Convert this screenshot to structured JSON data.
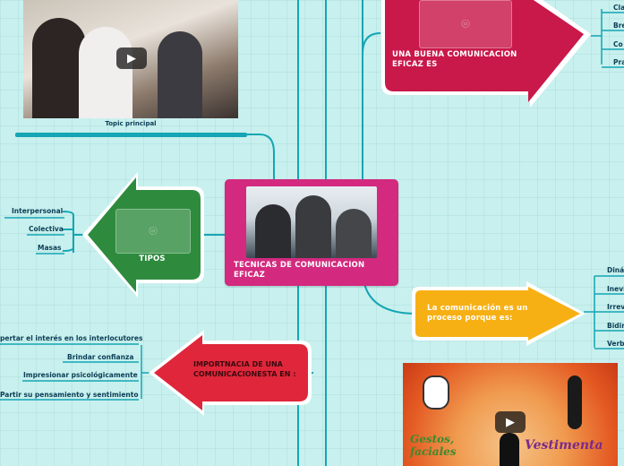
{
  "central": {
    "title": "TECNICAS DE COMUNICACION EFICAZ"
  },
  "topic": {
    "caption": "Topic principal"
  },
  "buena": {
    "title": "UNA BUENA COMUNICACION EFICAZ ES",
    "items": [
      "Cla",
      "Bre",
      "Co",
      "Pra"
    ]
  },
  "tipos": {
    "title": "TIPOS",
    "items": [
      "Interpersonal",
      "Colectiva",
      "Masas"
    ]
  },
  "proceso": {
    "title": "La comunicación es un proceso porque es:",
    "items": [
      "Diná",
      "Inevi",
      "Irrev",
      "Bidir",
      "Verb"
    ]
  },
  "importancia": {
    "title": "IMPORTNACIA DE UNA COMUNICACIONESTA EN :",
    "items": [
      "pertar el interés en los interlocutores",
      "Brindar confianza",
      "Impresionar psicológicamente",
      "Partir su pensamiento y sentimiento"
    ]
  },
  "video": {
    "text1": "Gestos, faciales",
    "text2": "Vestimenta"
  },
  "icons": {
    "camera": "camera-icon",
    "play": "play-icon"
  },
  "colors": {
    "central": "#d3297e",
    "buena": "#c9184a",
    "tipos": "#2e8b3e",
    "proceso": "#f7b014",
    "importancia": "#e0263a",
    "connector": "#14a6b4"
  }
}
